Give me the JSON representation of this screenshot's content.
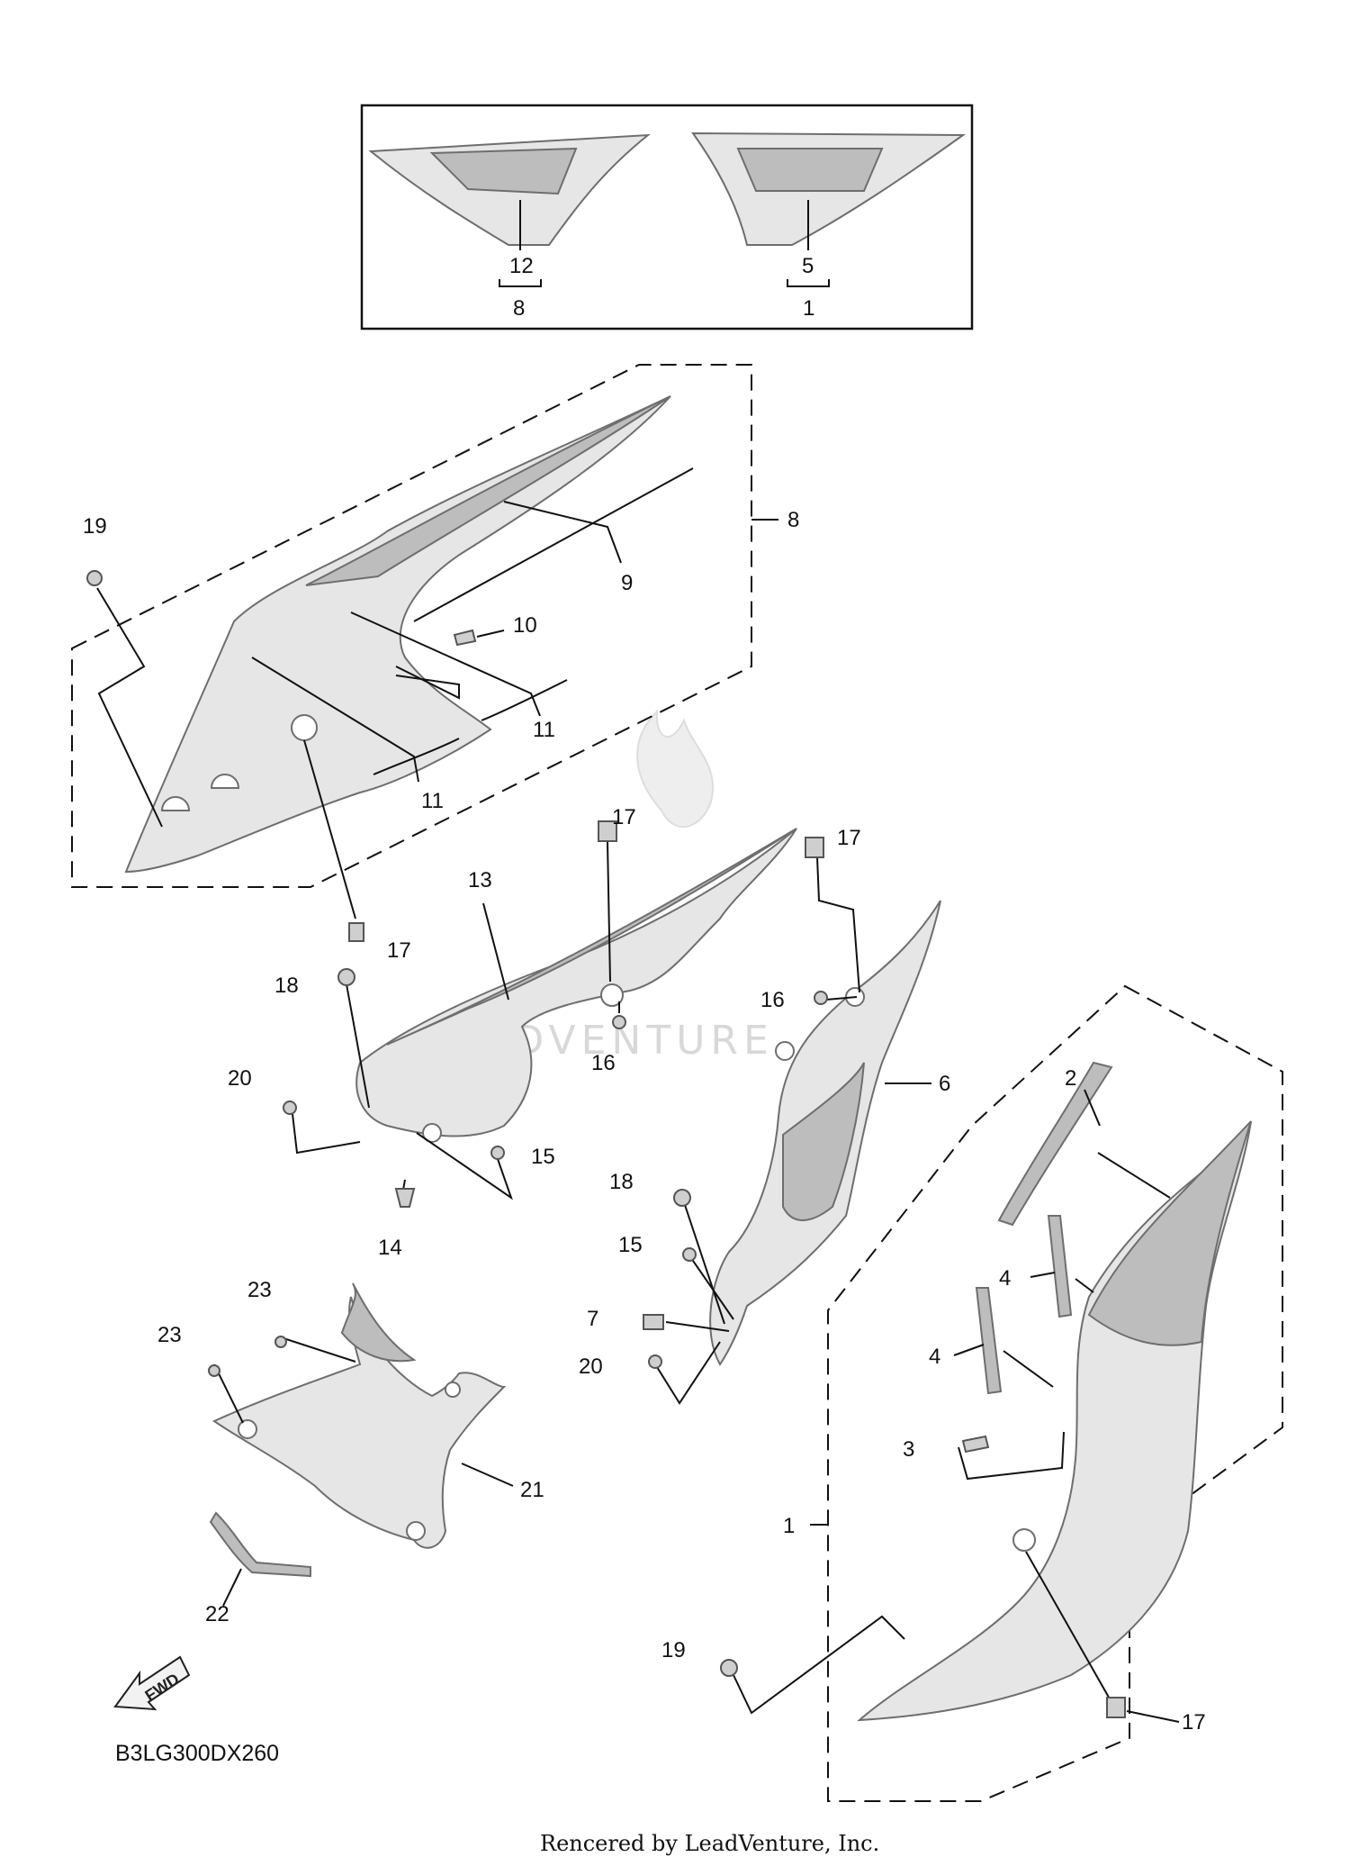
{
  "diagram": {
    "diagram_code": "B3LG300DX260",
    "footer_text": "Rencered by LeadVenture, Inc.",
    "watermark_text": "LEADVENTURE",
    "fwd_arrow_text": "FWD",
    "inset_labels": [
      "12",
      "8",
      "5",
      "1"
    ],
    "callouts": {
      "c_19_top": "19",
      "c_8": "8",
      "c_9": "9",
      "c_10": "10",
      "c_11_a": "11",
      "c_11_b": "11",
      "c_17_a": "17",
      "c_17_b": "17",
      "c_17_c": "17",
      "c_13": "13",
      "c_18_a": "18",
      "c_16_a": "16",
      "c_16_b": "16",
      "c_20_a": "20",
      "c_6": "6",
      "c_15_a": "15",
      "c_14": "14",
      "c_2": "2",
      "c_18_b": "18",
      "c_15_b": "15",
      "c_4_a": "4",
      "c_7": "7",
      "c_4_b": "4",
      "c_20_b": "20",
      "c_23_a": "23",
      "c_23_b": "23",
      "c_3": "3",
      "c_21": "21",
      "c_1": "1",
      "c_22": "22",
      "c_19_bottom": "19",
      "c_17_bottom": "17"
    },
    "colors": {
      "line": "#111111",
      "part_fill": "#e6e6e6",
      "part_shade": "#bdbdbd",
      "outline": "#6e6e6e"
    }
  }
}
